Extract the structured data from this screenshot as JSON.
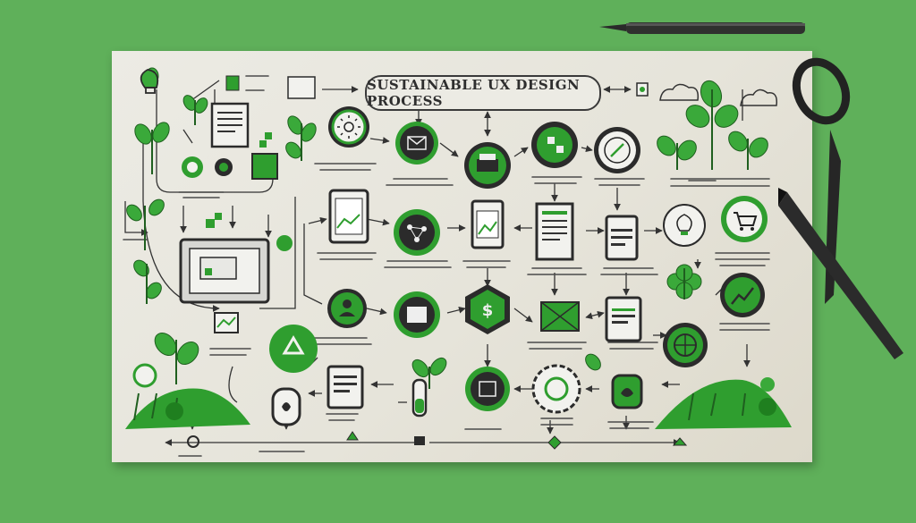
{
  "title": "SUSTAINABLE UX DESIGN PROCESS",
  "colors": {
    "background": "#5fb05a",
    "paper": "#e8e6de",
    "accent": "#2f9e2f",
    "ink": "#2b2b2b"
  },
  "nodes": [
    {
      "name": "sun-icon",
      "kind": "circle-icon"
    },
    {
      "name": "envelope-icon",
      "kind": "circle-icon"
    },
    {
      "name": "printer-icon",
      "kind": "circle-icon"
    },
    {
      "name": "device-cycle-icon",
      "kind": "circle-icon"
    },
    {
      "name": "compass-icon",
      "kind": "circle-icon"
    },
    {
      "name": "lightbulb-icon",
      "kind": "circle-icon"
    },
    {
      "name": "shopping-cart-icon",
      "kind": "circle-icon"
    },
    {
      "name": "network-icon",
      "kind": "circle-icon"
    },
    {
      "name": "user-icon",
      "kind": "circle-icon"
    },
    {
      "name": "dollar-hexagon-icon",
      "kind": "hexagon-icon"
    },
    {
      "name": "growth-chart-icon",
      "kind": "circle-icon"
    },
    {
      "name": "recycle-icon",
      "kind": "circle-icon"
    },
    {
      "name": "globe-icon",
      "kind": "circle-icon"
    },
    {
      "name": "computer-monitor-icon",
      "kind": "device"
    },
    {
      "name": "tablet-icon",
      "kind": "device"
    },
    {
      "name": "document-icon",
      "kind": "device"
    },
    {
      "name": "plant-icon",
      "kind": "decoration"
    },
    {
      "name": "pen-icon",
      "kind": "tool"
    },
    {
      "name": "scissors-icon",
      "kind": "tool"
    }
  ]
}
